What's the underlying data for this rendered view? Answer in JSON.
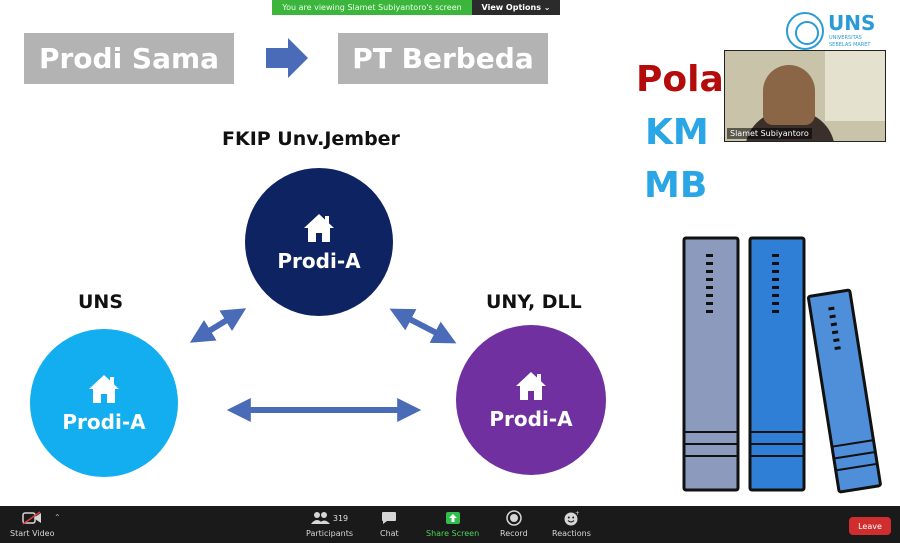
{
  "banner": {
    "message": "You are viewing Slamet Subiyantoro's screen",
    "options_label": "View Options ⌄"
  },
  "slide": {
    "box_left": "Prodi Sama",
    "box_right": "PT Berbeda",
    "pola_lines": [
      "Pola",
      "KM",
      "MB"
    ],
    "logo": {
      "text": "UNS",
      "subtitle": "UNIVERSITAS SEBELAS MARET"
    },
    "nodes": {
      "top": {
        "title": "FKIP Unv.Jember",
        "label": "Prodi-A",
        "color": "#0d2362"
      },
      "left": {
        "title": "UNS",
        "label": "Prodi-A",
        "color": "#12aeef"
      },
      "right": {
        "title": "UNY, DLL",
        "label": "Prodi-A",
        "color": "#7030a0"
      }
    },
    "arrow_color": "#4a6bb8"
  },
  "video": {
    "name": "Slamet Subiyantoro"
  },
  "toolbar": {
    "start_video": "Start Video",
    "participants": "Participants",
    "participant_count": "319",
    "chat": "Chat",
    "share_screen": "Share Screen",
    "record": "Record",
    "reactions": "Reactions",
    "leave": "Leave"
  }
}
